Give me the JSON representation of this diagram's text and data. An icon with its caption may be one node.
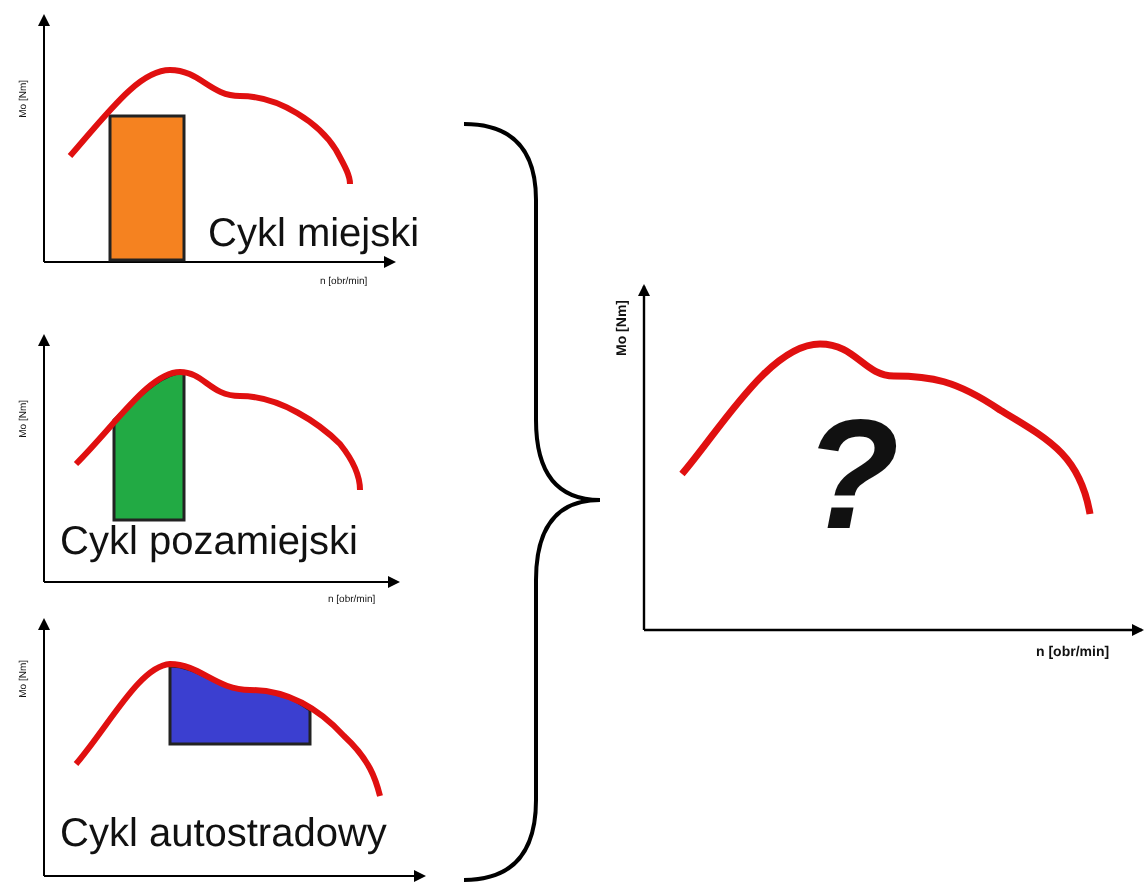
{
  "diagram": {
    "labels": [
      "Mo [Nm]",
      "Cykl miejski",
      "n [obr/min]",
      "Mo [Nm]",
      "Cykl pozamiejski",
      "n [obr/min]",
      "Mo [Nm]",
      "Cykl autostradowy",
      "Mo [Nm]",
      "?",
      "n [obr/min]"
    ]
  }
}
